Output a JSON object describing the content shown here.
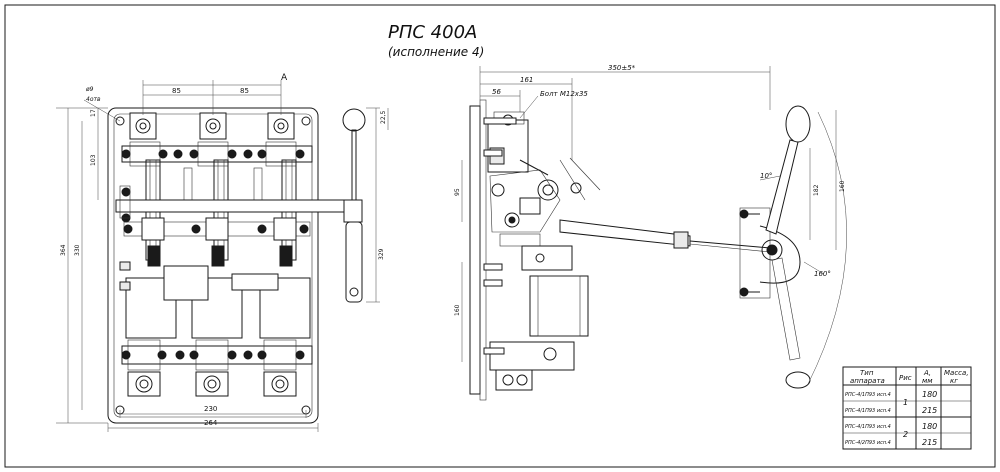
{
  "title": {
    "main": "РПС 400А",
    "sub": "(исполнение 4)"
  },
  "front_view": {
    "dim_A": "А",
    "dim_85_left": "85",
    "dim_85_right": "85",
    "dim_d9": "ø9",
    "dim_holes": "4отв",
    "dim_17": "17",
    "dim_103": "103",
    "dim_364": "364",
    "dim_330": "330",
    "dim_22_5": "22,5",
    "dim_329": "329",
    "dim_230": "230",
    "dim_264": "264"
  },
  "side_view": {
    "dim_350": "350±5*",
    "dim_161": "161",
    "dim_56": "56",
    "bolt_label": "Болт М12х35",
    "dim_95": "95",
    "dim_160_left": "160",
    "dim_10deg": "10°",
    "dim_182": "182",
    "dim_160_right": "160",
    "dim_160deg": "160°"
  },
  "table": {
    "headers": [
      "Тип аппарата",
      "Рис",
      "А, мм",
      "Масса, кг"
    ],
    "header_type_lines": [
      "Тип",
      "аппарата"
    ],
    "header_a_lines": [
      "А,",
      "мм"
    ],
    "header_mass_lines": [
      "Масса,",
      "кг"
    ],
    "rows": [
      {
        "type": "РПС-4/1П93 исп.4",
        "a": "180",
        "mass": ""
      },
      {
        "type": "РПС-4/1П93 исп.4",
        "a": "215",
        "mass": ""
      },
      {
        "type": "РПС-4/1П93 исп.4",
        "a": "180",
        "mass": ""
      },
      {
        "type": "РПС-4/2П93 исп.4",
        "a": "215",
        "mass": ""
      }
    ],
    "fig_groups": [
      "1",
      "2"
    ]
  }
}
